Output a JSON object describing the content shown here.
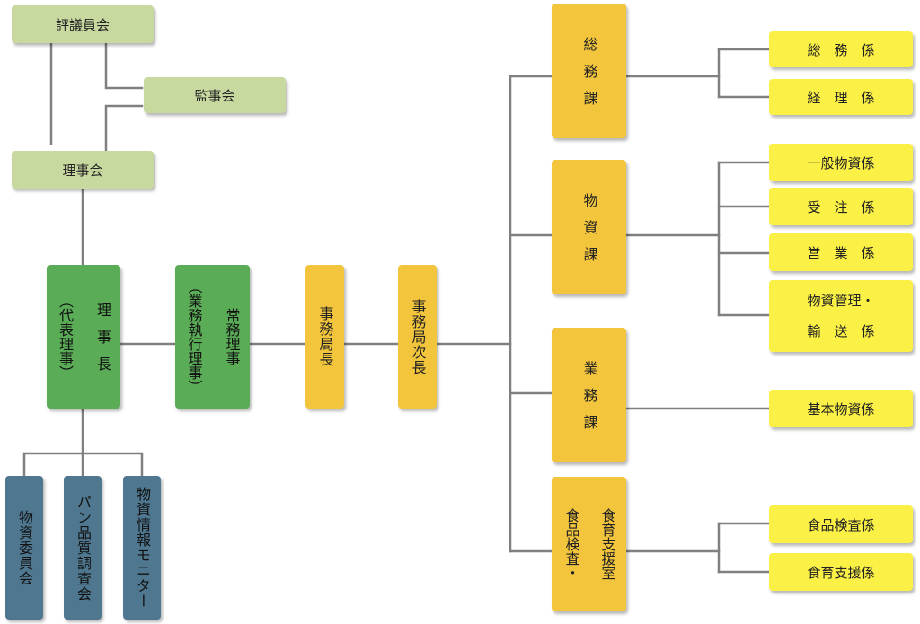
{
  "governance": {
    "council": "評議員会",
    "auditors": "監事会",
    "board": "理事会"
  },
  "leadership": {
    "chairman_title": "理事長",
    "chairman_note": "（代表理事）",
    "executive_title": "常務理事",
    "executive_note": "（業務執行理事）",
    "secretary_general": "事務局長",
    "deputy_secretary_general": "事務局次長"
  },
  "committees": [
    "物資委員会",
    "パン品質調査会",
    "物資情報モニター"
  ],
  "sections": {
    "general_affairs": {
      "name": "総務課",
      "units": [
        "総　務　係",
        "経　理　係"
      ]
    },
    "materials": {
      "name": "物資課",
      "units": [
        "一般物資係",
        "受　注　係",
        "営　業　係"
      ],
      "logistics_unit": [
        "物資管理・",
        "輸　送　係"
      ]
    },
    "operations": {
      "name": "業務課",
      "units": [
        "基本物資係"
      ]
    },
    "food_inspection": {
      "name_line1": "食品検査・",
      "name_line2": "食育支援室",
      "units": [
        "食品検査係",
        "食育支援係"
      ]
    }
  },
  "colors": {
    "governance": "#c8d9a0",
    "leadership": "#5aac56",
    "office": "#f2c53d",
    "unit": "#fbf046",
    "committee": "#4f7790",
    "connector": "#808080"
  }
}
